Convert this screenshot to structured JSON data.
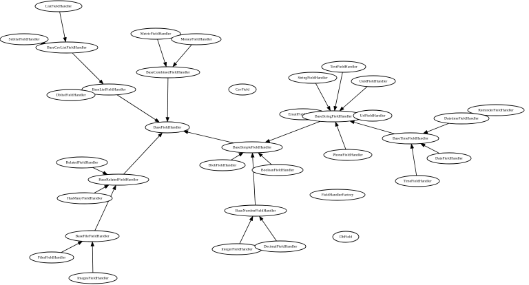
{
  "nodes": [
    {
      "id": "ListFieldHandler",
      "label": "ListFieldHandler"
    },
    {
      "id": "SublistFieldHandler",
      "label": "SublistFieldHandler"
    },
    {
      "id": "BaseCsvListFieldHandler",
      "label": "BaseCsvListFieldHandler"
    },
    {
      "id": "MetricFieldHandler",
      "label": "MetricFieldHandler"
    },
    {
      "id": "MoneyFieldHandler",
      "label": "MoneyFieldHandler"
    },
    {
      "id": "BaseCombinedFieldHandler",
      "label": "BaseCombinedFieldHandler"
    },
    {
      "id": "BaseListFieldHandler",
      "label": "BaseListFieldHandler"
    },
    {
      "id": "DblistFieldHandler",
      "label": "DblistFieldHandler"
    },
    {
      "id": "CsvField",
      "label": "CsvField"
    },
    {
      "id": "BaseFieldHandler",
      "label": "BaseFieldHandler"
    },
    {
      "id": "TextFieldHandler",
      "label": "TextFieldHandler"
    },
    {
      "id": "StringFieldHandler",
      "label": "StringFieldHandler"
    },
    {
      "id": "UuidFieldHandler",
      "label": "UuidFieldHandler"
    },
    {
      "id": "EmailFieldHandler",
      "label": "EmailFieldHandler"
    },
    {
      "id": "BaseStringFieldHandler",
      "label": "BaseStringFieldHandler"
    },
    {
      "id": "UrlFieldHandler",
      "label": "UrlFieldHandler"
    },
    {
      "id": "PhoneFieldHandler",
      "label": "PhoneFieldHandler"
    },
    {
      "id": "ReminderFieldHandler",
      "label": "ReminderFieldHandler"
    },
    {
      "id": "DatetimeFieldHandler",
      "label": "DatetimeFieldHandler"
    },
    {
      "id": "BaseTimeFieldHandler",
      "label": "BaseTimeFieldHandler"
    },
    {
      "id": "DateFieldHandler",
      "label": "DateFieldHandler"
    },
    {
      "id": "TimeFieldHandler",
      "label": "TimeFieldHandler"
    },
    {
      "id": "BaseSimpleFieldHandler",
      "label": "BaseSimpleFieldHandler"
    },
    {
      "id": "BlobFieldHandler",
      "label": "BlobFieldHandler"
    },
    {
      "id": "BooleanFieldHandler",
      "label": "BooleanFieldHandler"
    },
    {
      "id": "RelatedFieldHandler",
      "label": "RelatedFieldHandler"
    },
    {
      "id": "BaseRelatedFieldHandler",
      "label": "BaseRelatedFieldHandler"
    },
    {
      "id": "HasManyFieldHandler",
      "label": "HasManyFieldHandler"
    },
    {
      "id": "FieldHandlerFactory",
      "label": "FieldHandlerFactory"
    },
    {
      "id": "BaseNumberFieldHandler",
      "label": "BaseNumberFieldHandler"
    },
    {
      "id": "BaseFileFieldHandler",
      "label": "BaseFileFieldHandler"
    },
    {
      "id": "DbField",
      "label": "DbField"
    },
    {
      "id": "FilesFieldHandler",
      "label": "FilesFieldHandler"
    },
    {
      "id": "IntegerFieldHandler",
      "label": "IntegerFieldHandler"
    },
    {
      "id": "DecimalFieldHandler",
      "label": "DecimalFieldHandler"
    },
    {
      "id": "ImagesFieldHandler",
      "label": "ImagesFieldHandler"
    }
  ],
  "edges": [
    {
      "from": "ListFieldHandler",
      "to": "BaseCsvListFieldHandler"
    },
    {
      "from": "SublistFieldHandler",
      "to": "BaseCsvListFieldHandler"
    },
    {
      "from": "BaseCsvListFieldHandler",
      "to": "BaseListFieldHandler"
    },
    {
      "from": "MetricFieldHandler",
      "to": "BaseCombinedFieldHandler"
    },
    {
      "from": "MoneyFieldHandler",
      "to": "BaseCombinedFieldHandler"
    },
    {
      "from": "BaseCombinedFieldHandler",
      "to": "BaseFieldHandler"
    },
    {
      "from": "DblistFieldHandler",
      "to": "BaseListFieldHandler"
    },
    {
      "from": "BaseListFieldHandler",
      "to": "BaseFieldHandler"
    },
    {
      "from": "TextFieldHandler",
      "to": "BaseStringFieldHandler"
    },
    {
      "from": "StringFieldHandler",
      "to": "BaseStringFieldHandler"
    },
    {
      "from": "UuidFieldHandler",
      "to": "BaseStringFieldHandler"
    },
    {
      "from": "EmailFieldHandler",
      "to": "BaseStringFieldHandler"
    },
    {
      "from": "UrlFieldHandler",
      "to": "BaseStringFieldHandler"
    },
    {
      "from": "PhoneFieldHandler",
      "to": "BaseStringFieldHandler"
    },
    {
      "from": "BaseStringFieldHandler",
      "to": "BaseSimpleFieldHandler"
    },
    {
      "from": "BaseTimeFieldHandler",
      "to": "BaseStringFieldHandler"
    },
    {
      "from": "ReminderFieldHandler",
      "to": "DatetimeFieldHandler"
    },
    {
      "from": "DatetimeFieldHandler",
      "to": "BaseTimeFieldHandler"
    },
    {
      "from": "DateFieldHandler",
      "to": "BaseTimeFieldHandler"
    },
    {
      "from": "TimeFieldHandler",
      "to": "BaseTimeFieldHandler"
    },
    {
      "from": "BaseSimpleFieldHandler",
      "to": "BaseFieldHandler"
    },
    {
      "from": "BlobFieldHandler",
      "to": "BaseSimpleFieldHandler"
    },
    {
      "from": "BooleanFieldHandler",
      "to": "BaseSimpleFieldHandler"
    },
    {
      "from": "BaseNumberFieldHandler",
      "to": "BaseSimpleFieldHandler"
    },
    {
      "from": "RelatedFieldHandler",
      "to": "BaseRelatedFieldHandler"
    },
    {
      "from": "HasManyFieldHandler",
      "to": "BaseRelatedFieldHandler"
    },
    {
      "from": "BaseRelatedFieldHandler",
      "to": "BaseFieldHandler"
    },
    {
      "from": "BaseFileFieldHandler",
      "to": "BaseRelatedFieldHandler"
    },
    {
      "from": "FilesFieldHandler",
      "to": "BaseFileFieldHandler"
    },
    {
      "from": "ImagesFieldHandler",
      "to": "BaseFileFieldHandler"
    },
    {
      "from": "IntegerFieldHandler",
      "to": "BaseNumberFieldHandler"
    },
    {
      "from": "DecimalFieldHandler",
      "to": "BaseNumberFieldHandler"
    }
  ]
}
